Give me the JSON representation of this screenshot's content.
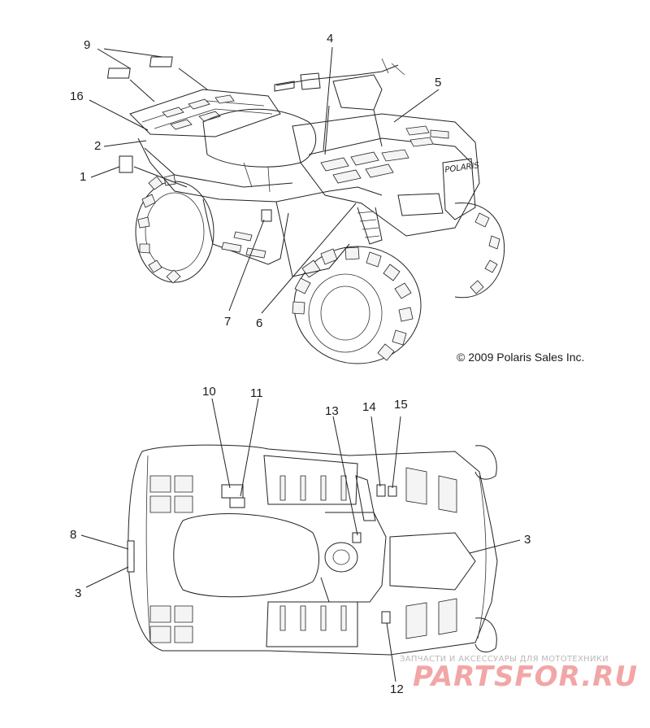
{
  "copyright": "© 2009 Polaris Sales Inc.",
  "brand_mark": "POLARIS",
  "watermark": {
    "tagline": "ЗАПЧАСТИ И АКСЕССУАРЫ ДЛЯ МОТОТЕХНИКИ",
    "logo": "PARTSFOR.RU"
  },
  "callouts": {
    "side_view": [
      "9",
      "16",
      "2",
      "1",
      "4",
      "5",
      "7",
      "6"
    ],
    "top_view": [
      "10",
      "11",
      "13",
      "14",
      "15",
      "8",
      "3",
      "3",
      "12"
    ]
  }
}
